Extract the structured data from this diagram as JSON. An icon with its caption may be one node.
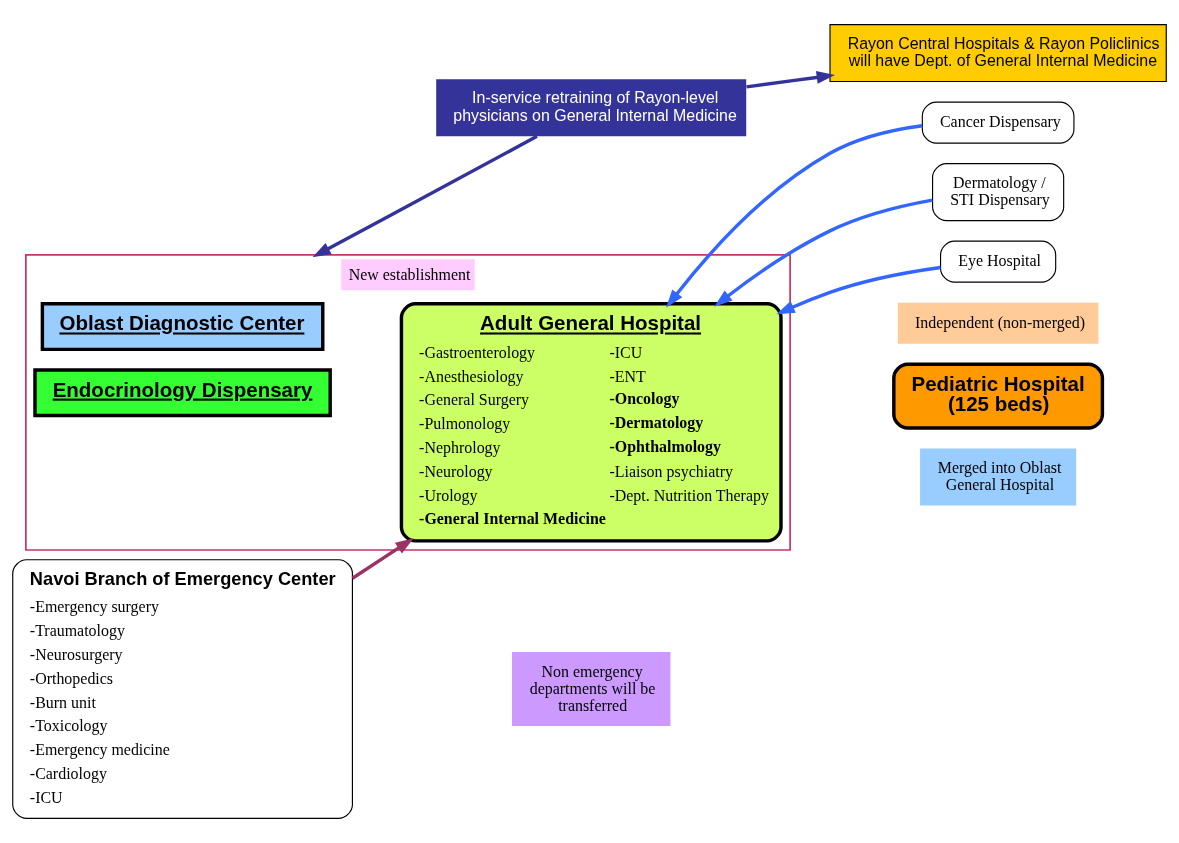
{
  "diagram": {
    "nodes": [
      {
        "text": [
          "New establishment"
        ]
      },
      {
        "text": [
          "Oblast Diagnostic Center"
        ],
        "in": 0
      },
      {
        "text": [
          "Adult General Hospital",
          "-Gastroenterology",
          "-ICU",
          "-Anesthesiology",
          "-ENT",
          "-General Surgery",
          "-Oncology",
          "-Pulmonology",
          "-Dermatology",
          "-Nephrology",
          "-Ophthalmology",
          "-Neurology",
          "-Liaison psychiatry",
          "-Urology",
          "-Dept. Nutrition Therapy",
          "-General Internal Medicine"
        ],
        "in": 0
      },
      {
        "text": [
          "Endocrinology Dispensary"
        ],
        "in": 0
      },
      {
        "text": [
          "Navoi Branch of Emergency Center",
          "-Emergency surgery",
          "-Traumatology",
          "-Neurosurgery",
          "-Orthopedics",
          "-Burn unit",
          "-Toxicology",
          "-Emergency medicine",
          "-Cardiology",
          "-ICU"
        ]
      },
      {
        "text": [
          "Non emergency departments will be transferred"
        ]
      },
      {
        "text": [
          "Merged into Oblast General Hospital"
        ]
      },
      {
        "text": [
          "Cancer Dispensary"
        ]
      },
      {
        "text": [
          "Dermatology / STI Dispensary"
        ]
      },
      {
        "text": [
          "Eye Hospital"
        ]
      },
      {
        "text": [
          "Independent (non-merged)"
        ]
      },
      {
        "text": [
          "Pediatric Hospital (125 beds)"
        ]
      },
      {
        "text": [
          "In-service retraining of Rayon-level physicians on General Internal Medicine"
        ]
      },
      {
        "text": [
          "Rayon Central Hospitals & Rayon Policlinics will have Dept. of General Internal Medicine"
        ]
      }
    ],
    "edges": [
      {
        "from": 4,
        "to": 2,
        "arrow": "to",
        "color": "#993366"
      },
      {
        "from": 7,
        "to": 2,
        "arrow": "to"
      },
      {
        "from": 8,
        "to": 2,
        "arrow": "to"
      },
      {
        "from": 9,
        "to": 2,
        "arrow": "to"
      },
      {
        "from": 12,
        "to": 0,
        "arrow": "to",
        "color": "#333399"
      },
      {
        "from": 12,
        "to": 13,
        "arrow": "to",
        "color": "#333399"
      }
    ]
  }
}
